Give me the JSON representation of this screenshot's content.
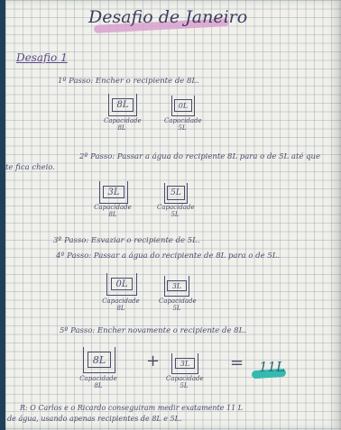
{
  "title": "Desafio de Janeiro",
  "subtitle": "Desafio 1",
  "steps": {
    "step1": "1º Passo: Encher o recipiente de 8L.",
    "step2_a": "2º Passo: Passar a água do recipiente 8L para o de 5L até que",
    "step2_b": "te fica cheio.",
    "step3": "3º Passo: Esvaziar o recipiente de 5L.",
    "step4": "4º Passo: Passar a água do recipiente de 8L para o de 5L.",
    "step5": "5º Passo: Encher novamente o recipiente de 8L."
  },
  "boxes": {
    "s1_a": {
      "content": "8L",
      "cap1": "Capacidade",
      "cap2": "8L"
    },
    "s1_b": {
      "content": "0L",
      "cap1": "Capacidade",
      "cap2": "5L"
    },
    "s2_a": {
      "content": "3L",
      "cap1": "Capacidade",
      "cap2": "8L"
    },
    "s2_b": {
      "content": "5L",
      "cap1": "Capacidade",
      "cap2": "5L"
    },
    "s4_a": {
      "content": "0L",
      "cap1": "Capacidade",
      "cap2": "8L"
    },
    "s4_b": {
      "content": "3L",
      "cap1": "Capacidade",
      "cap2": "5L"
    },
    "s5_a": {
      "content": "8L",
      "cap1": "Capacidade",
      "cap2": "8L"
    },
    "s5_b": {
      "content": "3L",
      "cap1": "Capacidade",
      "cap2": "5L"
    }
  },
  "operators": {
    "plus": "+",
    "equals": "="
  },
  "result": "11L",
  "answer": {
    "line1": "R: O Carlos e o Ricardo conseguiram medir exatamente 11 L",
    "line2": "de água, usando apenas recipientes de 8L e 5L."
  },
  "colors": {
    "ink": "#4b4a6c",
    "title_highlight": "#d9a1cf",
    "result_highlight": "#36b9b0",
    "grid": "#96aab9"
  }
}
